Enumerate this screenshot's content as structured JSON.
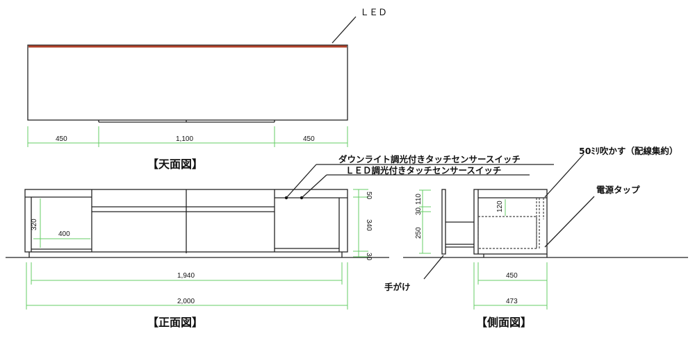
{
  "top_view": {
    "title": "【天面図】",
    "led_label": "ＬＥＤ",
    "dims": [
      "450",
      "1,100",
      "450"
    ]
  },
  "front_view": {
    "title": "【正面図】",
    "dims": {
      "width_inner": "1,940",
      "width_total": "2,000",
      "shelf_h": "320",
      "shelf_w": "400",
      "h_top": "50",
      "h_mid": "340",
      "h_base": "30"
    },
    "callouts": [
      "ダウンライト調光付きタッチセンサースイッチ",
      "ＬＥＤ調光付きタッチセンサースイッチ"
    ]
  },
  "side_view": {
    "title": "【側面図】",
    "dims": {
      "d1": "110",
      "d2": "30",
      "d3": "250",
      "shelf": "120",
      "depth_inner": "450",
      "depth_total": "473"
    },
    "callouts": {
      "vent": "50ﾐﾘ吹かす（配線集約）",
      "power": "電源タップ",
      "handle": "手がけ"
    }
  },
  "colors": {
    "line": "#222222",
    "dimension": "#66cc66",
    "led": "#b0412a"
  }
}
